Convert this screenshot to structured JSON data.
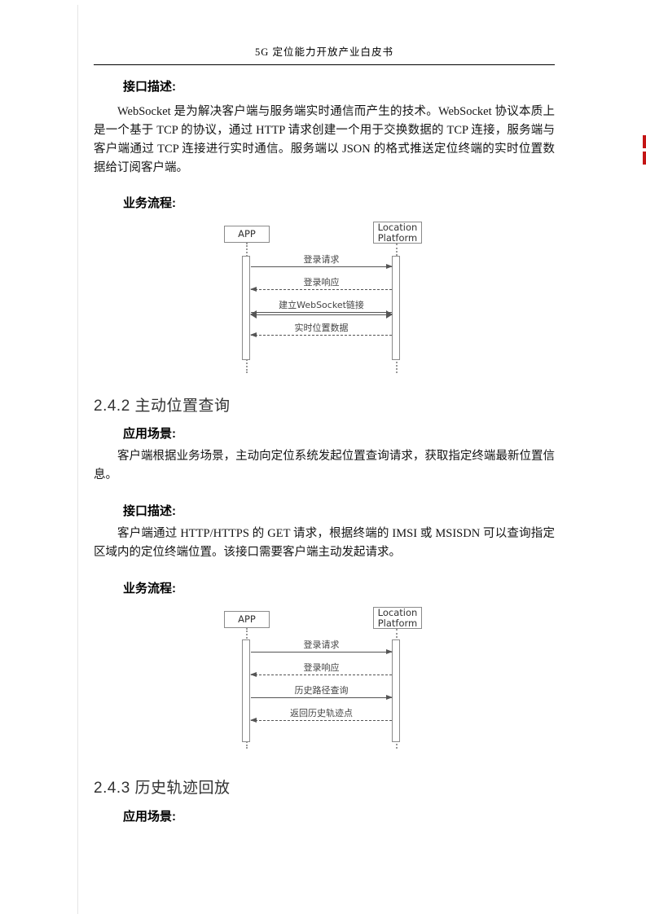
{
  "header": {
    "title": "5G 定位能力开放产业白皮书"
  },
  "sections": {
    "interface_label_a": "接口描述:",
    "para_websocket": "WebSocket 是为解决客户端与服务端实时通信而产生的技术。WebSocket 协议本质上是一个基于 TCP 的协议，通过 HTTP 请求创建一个用于交换数据的 TCP 连接，服务端与客户端通过 TCP 连接进行实时通信。服务端以 JSON 的格式推送定位终端的实时位置数据给订阅客户端。",
    "flow_label_a": "业务流程:",
    "heading_242": "2.4.2 主动位置查询",
    "scenario_label_a": "应用场景:",
    "para_scenario_242": "客户端根据业务场景，主动向定位系统发起位置查询请求，获取指定终端最新位置信息。",
    "interface_label_b": "接口描述:",
    "para_interface_242": "客户端通过 HTTP/HTTPS 的 GET 请求，根据终端的 IMSI 或 MSISDN 可以查询指定区域内的定位终端位置。该接口需要客户端主动发起请求。",
    "flow_label_b": "业务流程:",
    "heading_243": "2.4.3 历史轨迹回放",
    "scenario_label_b": "应用场景:"
  },
  "diagram1": {
    "actor_left": "APP",
    "actor_right": "Location Platform",
    "messages": [
      {
        "label": "登录请求",
        "direction": "right",
        "line": "solid"
      },
      {
        "label": "登录响应",
        "direction": "left",
        "line": "dashed"
      },
      {
        "label": "建立WebSocket链接",
        "direction": "both",
        "line": "double"
      },
      {
        "label": "实时位置数据",
        "direction": "left",
        "line": "dashed"
      }
    ]
  },
  "diagram2": {
    "actor_left": "APP",
    "actor_right": "Location Platform",
    "messages": [
      {
        "label": "登录请求",
        "direction": "right",
        "line": "solid"
      },
      {
        "label": "登录响应",
        "direction": "left",
        "line": "dashed"
      },
      {
        "label": "历史路径查询",
        "direction": "right",
        "line": "solid"
      },
      {
        "label": "返回历史轨迹点",
        "direction": "left",
        "line": "dashed"
      }
    ]
  }
}
